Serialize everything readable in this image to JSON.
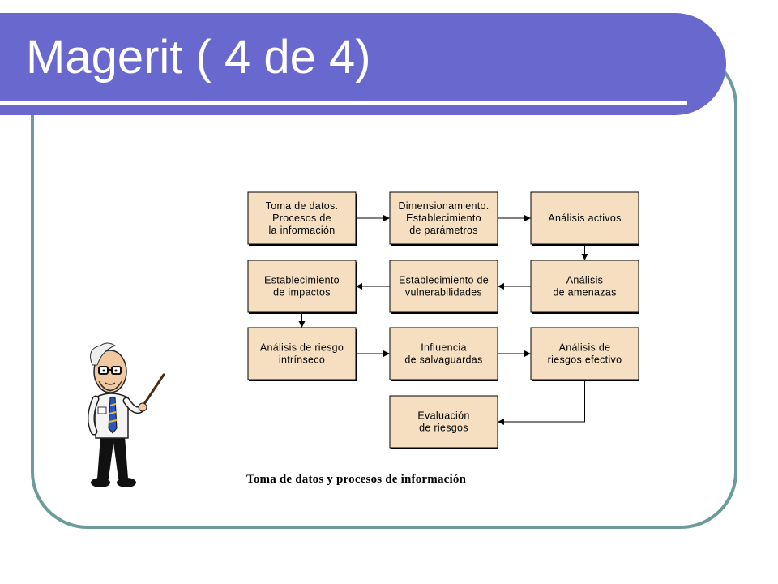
{
  "slide": {
    "title": "Magerit ( 4 de 4)",
    "caption": "Toma de datos y procesos de información"
  },
  "diagram": {
    "boxes": [
      {
        "id": "toma-datos",
        "lines": [
          "Toma de datos.",
          "Procesos de",
          "la información"
        ]
      },
      {
        "id": "dimensionamiento",
        "lines": [
          "Dimensionamiento.",
          "Establecimiento",
          "de parámetros"
        ]
      },
      {
        "id": "analisis-activos",
        "lines": [
          "Análisis activos"
        ]
      },
      {
        "id": "analisis-amenazas",
        "lines": [
          "Análisis",
          "de amenazas"
        ]
      },
      {
        "id": "vulnerabilidades",
        "lines": [
          "Establecimiento de",
          "vulnerabilidades"
        ]
      },
      {
        "id": "impactos",
        "lines": [
          "Establecimiento",
          "de impactos"
        ]
      },
      {
        "id": "riesgo-intrinseco",
        "lines": [
          "Análisis de riesgo",
          "intrínseco"
        ]
      },
      {
        "id": "salvaguardas",
        "lines": [
          "Influencia",
          "de salvaguardas"
        ]
      },
      {
        "id": "riesgo-efectivo",
        "lines": [
          "Análisis de",
          "riesgos efectivo"
        ]
      },
      {
        "id": "evaluacion",
        "lines": [
          "Evaluación",
          "de riesgos"
        ]
      }
    ],
    "connections": [
      [
        "toma-datos",
        "dimensionamiento"
      ],
      [
        "dimensionamiento",
        "analisis-activos"
      ],
      [
        "analisis-activos",
        "analisis-amenazas"
      ],
      [
        "analisis-amenazas",
        "vulnerabilidades"
      ],
      [
        "vulnerabilidades",
        "impactos"
      ],
      [
        "impactos",
        "riesgo-intrinseco"
      ],
      [
        "riesgo-intrinseco",
        "salvaguardas"
      ],
      [
        "salvaguardas",
        "riesgo-efectivo"
      ],
      [
        "riesgo-efectivo",
        "evaluacion"
      ]
    ]
  },
  "colors": {
    "title_bar": "#6868cf",
    "frame": "#6b9b9b",
    "box_fill": "#f5dfc0",
    "box_stroke": "#000000"
  }
}
